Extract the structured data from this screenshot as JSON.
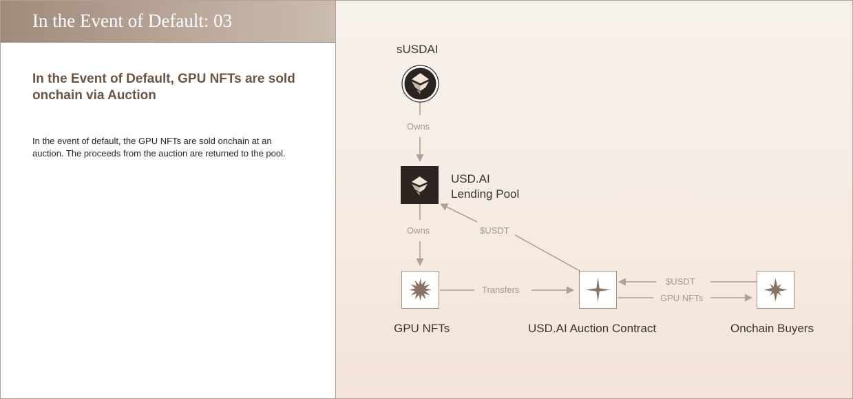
{
  "header": {
    "title": "In the Event of Default: 03"
  },
  "content": {
    "subtitle": "In the Event of Default, GPU NFTs are sold onchain via Auction",
    "body": "In the event of default, the GPU NFTs are sold onchain at an auction. The proceeds from the auction are returned to the pool."
  },
  "diagram": {
    "nodes": {
      "susdai": {
        "label": "sUSDAI",
        "icon": "susdai-logo-icon"
      },
      "pool": {
        "label_line1": "USD.AI",
        "label_line2": "Lending Pool",
        "icon": "usdai-logo-icon"
      },
      "gpu_nfts": {
        "label": "GPU NFTs",
        "icon": "starburst-icon"
      },
      "auction": {
        "label": "USD.AI Auction Contract",
        "icon": "four-point-star-icon"
      },
      "buyers": {
        "label": "Onchain Buyers",
        "icon": "eight-point-star-icon"
      }
    },
    "edges": {
      "susdai_owns_pool": "Owns",
      "pool_owns_gpu": "Owns",
      "gpu_to_auction": "Transfers",
      "auction_to_pool": "$USDT",
      "buyers_to_auction": "$USDT",
      "auction_to_buyers": "GPU NFTs"
    },
    "colors": {
      "line": "#b29f91",
      "box_border": "#a38f80",
      "icon": "#8a7363",
      "dark_fill": "#2b2420"
    }
  }
}
